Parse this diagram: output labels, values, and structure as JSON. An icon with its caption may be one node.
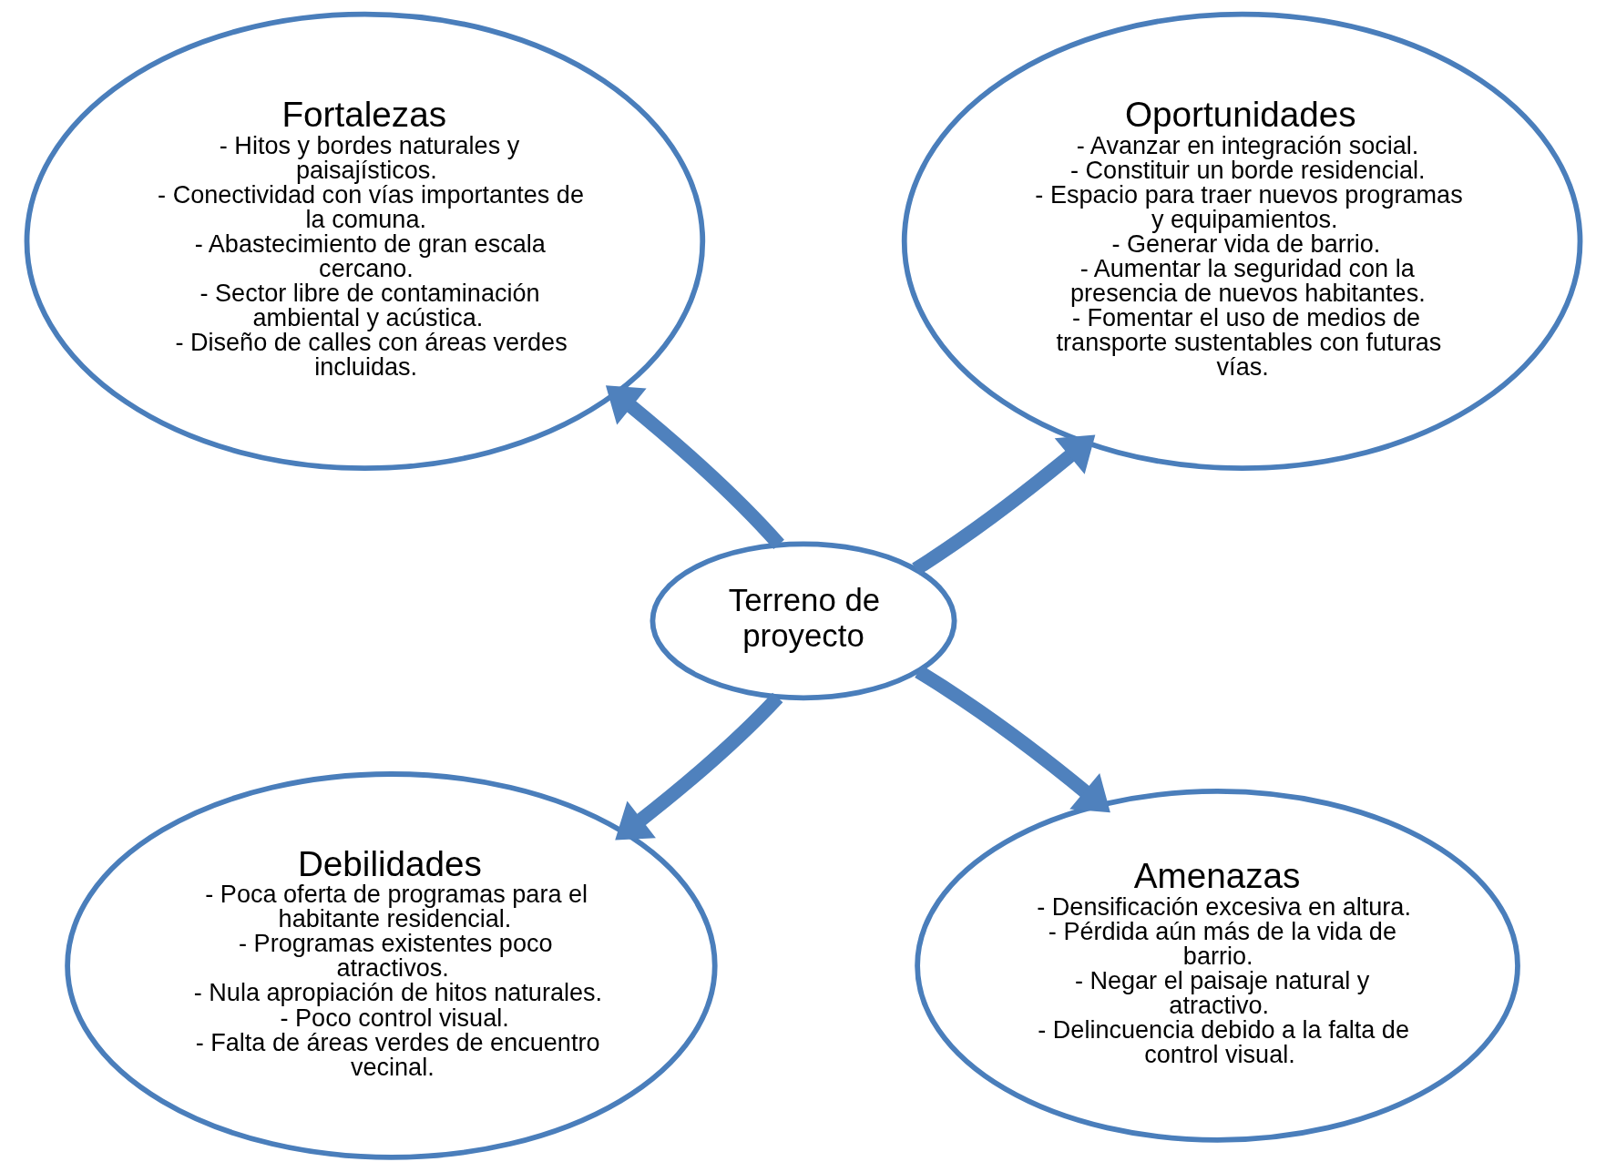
{
  "diagram": {
    "nodes": [
      {
        "text": [
          "Fortalezas",
          "- Hitos y bordes naturales y paisajísticos.",
          "- Conectividad con vías importantes de la comuna.",
          "- Abastecimiento de gran escala cercano.",
          "- Sector libre de contaminación ambiental y acústica.",
          "- Diseño de calles con áreas verdes incluidas."
        ]
      },
      {
        "text": [
          "Oportunidades",
          "- Avanzar en integración social.",
          "- Constituir un borde residencial.",
          "- Espacio para traer nuevos programas y equipamientos.",
          "- Generar vida de barrio.",
          "- Aumentar la seguridad con la presencia de nuevos habitantes.",
          "- Fomentar el uso de medios de transporte sustentables con futuras vías."
        ]
      },
      {
        "text": [
          "Terreno de proyecto"
        ]
      },
      {
        "text": [
          "Debilidades",
          "- Poca oferta de programas para el habitante residencial.",
          "- Programas existentes poco atractivos.",
          "- Nula apropiación de hitos naturales.",
          "- Poco control visual.",
          "- Falta de áreas verdes de encuentro vecinal."
        ]
      },
      {
        "text": [
          "Amenazas",
          "- Densificación excesiva en altura.",
          "- Pérdida aún más de la vida de barrio.",
          "- Negar el paisaje natural y atractivo.",
          "- Delincuencia debido a la falta de control visual."
        ]
      }
    ],
    "edges": [
      {
        "from": 2,
        "to": 0,
        "arrow": "to"
      },
      {
        "from": 2,
        "to": 1,
        "arrow": "to"
      },
      {
        "from": 2,
        "to": 3,
        "arrow": "to"
      },
      {
        "from": 2,
        "to": 4,
        "arrow": "to"
      }
    ]
  }
}
